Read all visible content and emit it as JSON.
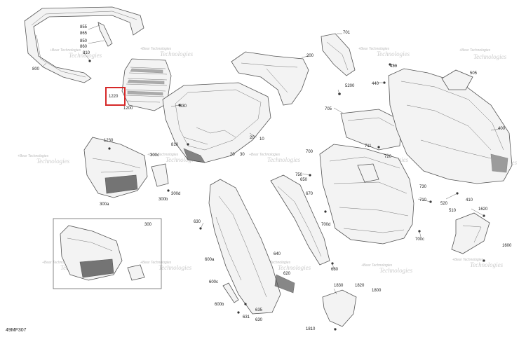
{
  "diagram_code": "49MF307",
  "highlight_color": "#d62828",
  "highlighted_callout": "1220",
  "watermark": {
    "line1": "+Bear Technologies",
    "line2": "Technologies"
  },
  "callouts": [
    "855",
    "865",
    "850",
    "860",
    "810",
    "800",
    "1220",
    "1200",
    "830",
    "810",
    "10",
    "20",
    "30",
    "20",
    "701",
    "200",
    "430",
    "505",
    "440",
    "5200",
    "705",
    "400",
    "711",
    "720",
    "700",
    "750",
    "730",
    "710",
    "410",
    "520",
    "510",
    "1230",
    "300c",
    "300",
    "300a",
    "300b",
    "300d",
    "650",
    "670",
    "700d",
    "1620",
    "1600",
    "630",
    "600a",
    "640",
    "620",
    "600c",
    "680",
    "700c",
    "600b",
    "635",
    "631",
    "630",
    "1830",
    "1820",
    "1800",
    "1810"
  ]
}
